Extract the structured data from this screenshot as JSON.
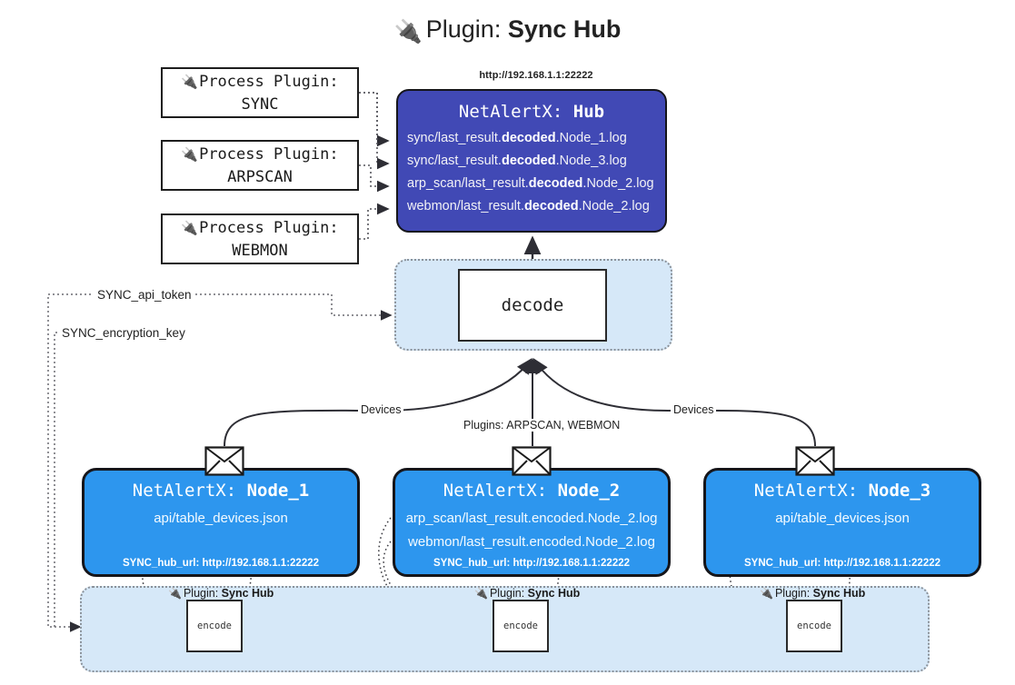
{
  "title": {
    "icon": "plug-icon",
    "prefix": "Plugin:",
    "name": "Sync Hub"
  },
  "process_plugins": [
    {
      "line1": "Process Plugin:",
      "line2": "SYNC"
    },
    {
      "line1": "Process Plugin:",
      "line2": "ARPSCAN"
    },
    {
      "line1": "Process Plugin:",
      "line2": "WEBMON"
    }
  ],
  "hub": {
    "url": "http://192.168.1.1:22222",
    "title_prefix": "NetAlertX:",
    "title_name": "Hub",
    "logs": [
      {
        "pre": "sync/last_result.",
        "bold": "decoded",
        "post": ".Node_1.log"
      },
      {
        "pre": "sync/last_result.",
        "bold": "decoded",
        "post": ".Node_3.log"
      },
      {
        "pre": "arp_scan/last_result.",
        "bold": "decoded",
        "post": ".Node_2.log"
      },
      {
        "pre": "webmon/last_result.",
        "bold": "decoded",
        "post": ".Node_2.log"
      }
    ]
  },
  "decode": {
    "label": "decode"
  },
  "tokens": {
    "api_token": "SYNC_api_token",
    "encryption_key": "SYNC_encryption_key"
  },
  "edge_labels": {
    "devices_left": "Devices",
    "devices_right": "Devices",
    "plugins_mid": "Plugins: ARPSCAN, WEBMON"
  },
  "nodes": [
    {
      "title_prefix": "NetAlertX:",
      "title_name": "Node_1",
      "lines": [
        "api/table_devices.json"
      ],
      "hub_url_label": "SYNC_hub_url: http://192.168.1.1:22222"
    },
    {
      "title_prefix": "NetAlertX:",
      "title_name": "Node_2",
      "lines": [
        "arp_scan/last_result.encoded.Node_2.log",
        "webmon/last_result.encoded.Node_2.log"
      ],
      "hub_url_label": "SYNC_hub_url: http://192.168.1.1:22222"
    },
    {
      "title_prefix": "NetAlertX:",
      "title_name": "Node_3",
      "lines": [
        "api/table_devices.json"
      ],
      "hub_url_label": "SYNC_hub_url: http://192.168.1.1:22222"
    }
  ],
  "encode_sections": [
    {
      "tag_prefix": "Plugin:",
      "tag_name": "Sync Hub",
      "box_label": "encode"
    },
    {
      "tag_prefix": "Plugin:",
      "tag_name": "Sync Hub",
      "box_label": "encode"
    },
    {
      "tag_prefix": "Plugin:",
      "tag_name": "Sync Hub",
      "box_label": "encode"
    }
  ],
  "colors": {
    "hub_fill": "#4149b5",
    "node_fill": "#2d96ee",
    "group_fill": "#d6e8f8",
    "stroke": "#15151a"
  }
}
